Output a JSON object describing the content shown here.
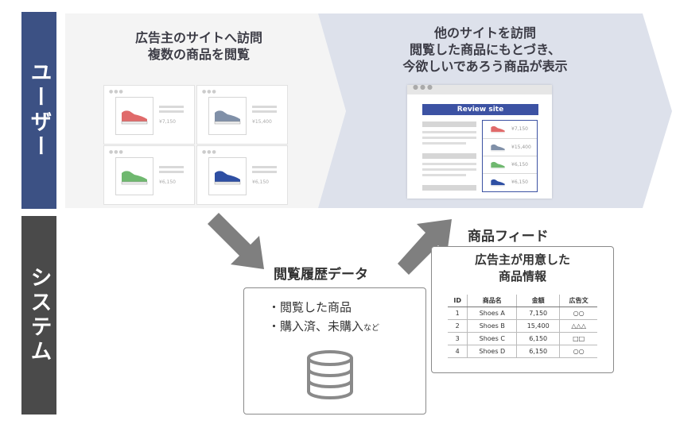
{
  "lanes": {
    "user": "ユーザー",
    "system": "システム"
  },
  "panel_left": {
    "title": "広告主のサイトへ訪問\n複数の商品を閲覧",
    "products": [
      {
        "price": "¥7,150",
        "color": "#e06a6a"
      },
      {
        "price": "¥15,400",
        "color": "#8090a8"
      },
      {
        "price": "¥6,150",
        "color": "#6fb86f"
      },
      {
        "price": "¥6,150",
        "color": "#2e4fa3"
      }
    ]
  },
  "panel_right": {
    "title": "他のサイトを訪問\n閲覧した商品にもとづき、\n今欲しいであろう商品が表示",
    "banner": "Review site",
    "ads": [
      {
        "price": "¥7,150",
        "color": "#e06a6a"
      },
      {
        "price": "¥15,400",
        "color": "#8090a8"
      },
      {
        "price": "¥6,150",
        "color": "#6fb86f"
      },
      {
        "price": "¥6,150",
        "color": "#2e4fa3"
      }
    ]
  },
  "history": {
    "label": "閲覧履歴データ",
    "items": [
      "・閲覧した商品",
      "・購入済、未購入"
    ],
    "suffix": "など"
  },
  "feed": {
    "label": "商品フィード",
    "box_title": "広告主が用意した\n商品情報",
    "columns": [
      "ID",
      "商品名",
      "金額",
      "広告文"
    ],
    "rows": [
      [
        "1",
        "Shoes A",
        "7,150",
        "○○"
      ],
      [
        "2",
        "Shoes B",
        "15,400",
        "△△△"
      ],
      [
        "3",
        "Shoes C",
        "6,150",
        "□□"
      ],
      [
        "4",
        "Shoes D",
        "6,150",
        "○○"
      ]
    ]
  },
  "colors": {
    "user_lane": "#3c5184",
    "system_lane": "#4a4a4a",
    "left_panel_bg": "#f4f4f4",
    "right_panel_bg": "#dde1eb",
    "arrow": "#7f7f7f",
    "banner": "#3c52a3"
  }
}
